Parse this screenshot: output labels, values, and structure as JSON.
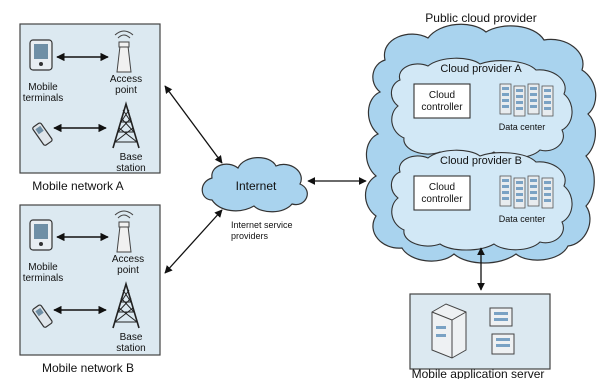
{
  "mobile_network_a": {
    "title": "Mobile network A",
    "terminals_line1": "Mobile",
    "terminals_line2": "terminals",
    "access_line1": "Access",
    "access_line2": "point",
    "base_line1": "Base",
    "base_line2": "station"
  },
  "mobile_network_b": {
    "title": "Mobile network B",
    "terminals_line1": "Mobile",
    "terminals_line2": "terminals",
    "access_line1": "Access",
    "access_line2": "point",
    "base_line1": "Base",
    "base_line2": "station"
  },
  "internet": {
    "label": "Internet",
    "isp_line1": "Internet service",
    "isp_line2": "providers"
  },
  "public_cloud": {
    "title": "Public cloud provider",
    "provider_a": {
      "title": "Cloud provider A",
      "controller_line1": "Cloud",
      "controller_line2": "controller",
      "datacenter": "Data center"
    },
    "provider_b": {
      "title": "Cloud provider B",
      "controller_line1": "Cloud",
      "controller_line2": "controller",
      "datacenter": "Data center"
    }
  },
  "app_server": {
    "label": "Mobile application server"
  },
  "colors": {
    "panel_fill": "#dce9f1",
    "cloud_fill": "#a9d3ee",
    "inner_cloud_fill": "#d2e8f6",
    "outline": "#333333"
  }
}
